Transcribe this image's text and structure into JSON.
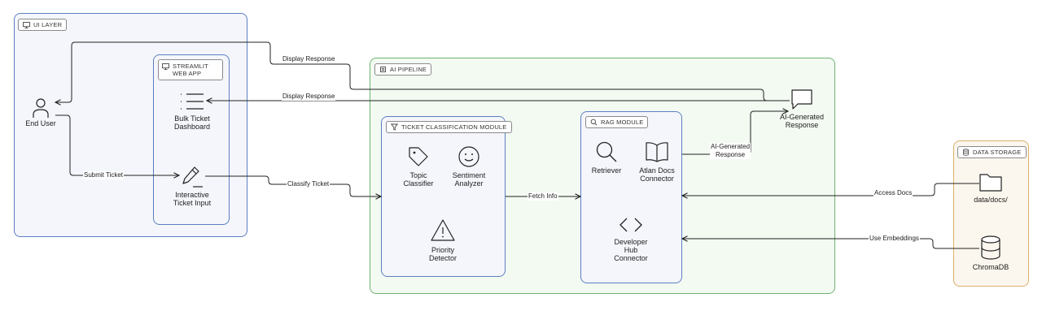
{
  "groups": {
    "ui_layer": "UI LAYER",
    "streamlit": "STREAMLIT WEB APP",
    "ai_pipeline": "AI PIPELINE",
    "classification": "TICKET CLASSIFICATION MODULE",
    "rag": "RAG MODULE",
    "data_storage": "DATA STORAGE"
  },
  "nodes": {
    "end_user": "End User",
    "bulk_dashboard": "Bulk Ticket\nDashboard",
    "ticket_input": "Interactive\nTicket Input",
    "topic": "Topic\nClassifier",
    "sentiment": "Sentiment\nAnalyzer",
    "priority": "Priority\nDetector",
    "retriever": "Retriever",
    "atlan_docs": "Atlan Docs\nConnector",
    "dev_hub": "Developer\nHub\nConnector",
    "ai_response": "AI-Generated\nResponse",
    "data_docs": "data/docs/",
    "chromadb": "ChromaDB"
  },
  "edges": {
    "display_top": "Display Response",
    "display_mid": "Display Response",
    "submit": "Submit Ticket",
    "classify": "Classify Ticket",
    "fetch": "Fetch Info",
    "ai_generated": "AI-Generated\nResponse",
    "access_docs": "Access Docs",
    "use_embeddings": "Use Embeddings"
  },
  "colors": {
    "ui_border": "#5b7fc0",
    "ui_fill": "#f4f6fb",
    "pipeline_border": "#6fb36f",
    "pipeline_fill": "#f3faf2",
    "storage_border": "#d9b06b",
    "storage_fill": "#fcf7ee",
    "inner_border": "#5b7fc0"
  }
}
